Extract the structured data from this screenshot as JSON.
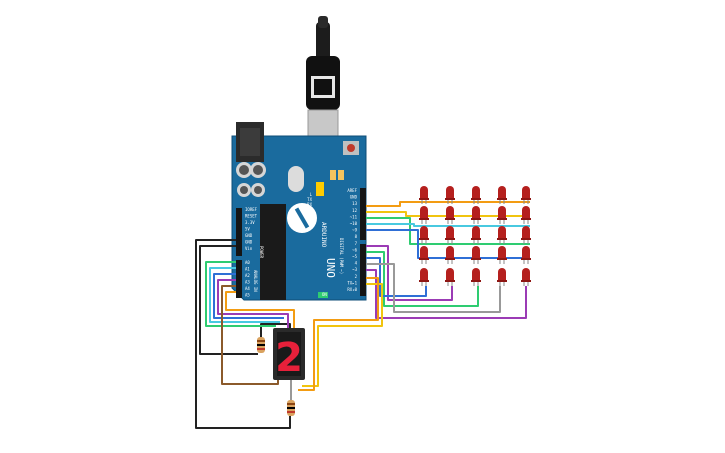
{
  "board": {
    "brand_text": "ARDUINO",
    "model_text": "UNO",
    "power_header_labels": [
      "IOREF",
      "RESET",
      "3.3V",
      "5V",
      "GND",
      "GND",
      "Vin"
    ],
    "power_header_title": "POWER",
    "analog_header_labels": [
      "A0",
      "A1",
      "A2",
      "A3",
      "A4",
      "A5"
    ],
    "analog_header_title": "ANALOG IN",
    "digital_header_labels": [
      "AREF",
      "GND",
      "13",
      "12",
      "~11",
      "~10",
      "~9",
      "8",
      "7",
      "~6",
      "~5",
      "4",
      "~3",
      "2",
      "TX▸1",
      "RX◂0"
    ],
    "digital_header_title": "DIGITAL (PWM ~)",
    "on_label": "ON",
    "led_labels": [
      "L",
      "TX",
      "RX"
    ]
  },
  "display": {
    "digit": "2",
    "segment_color": "#e8203a"
  },
  "led_matrix": {
    "rows": 5,
    "cols": 5,
    "led_color": "#b5201e"
  },
  "colors": {
    "board": "#1a6b9e",
    "wire_orange": "#f39c12",
    "wire_yellow": "#f1c40f",
    "wire_green": "#2ecc71",
    "wire_cyan": "#48c9e0",
    "wire_blue": "#2f6fd6",
    "wire_purple": "#9b3bb5",
    "wire_brown": "#8b5a2b",
    "wire_black": "#222222",
    "wire_gray": "#999999"
  }
}
